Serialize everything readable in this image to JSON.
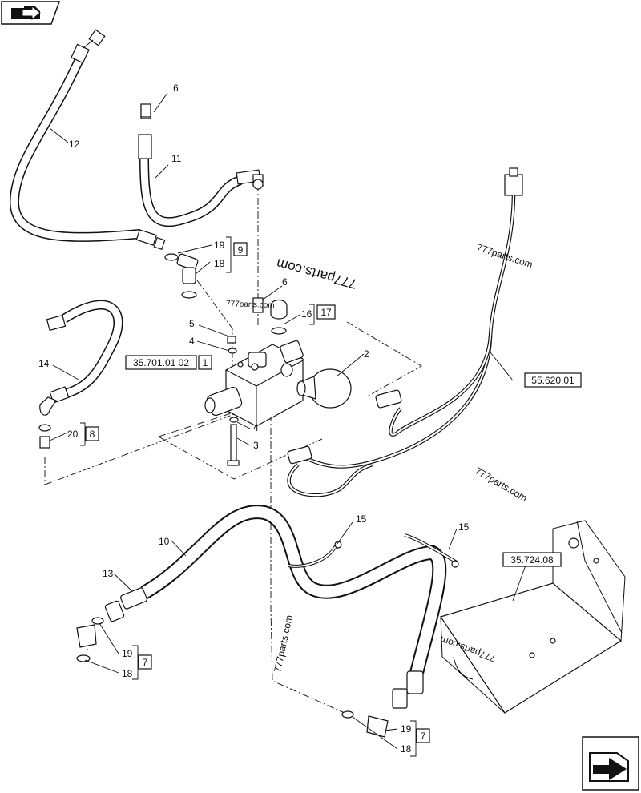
{
  "nav": {
    "prev_icon": "folder-open-arrow-icon",
    "next_icon": "page-forward-arrow-icon"
  },
  "callouts": {
    "c6a": "6",
    "c11": "11",
    "c12": "12",
    "c19a": "19",
    "c9": "9",
    "c18a": "18",
    "c6b": "6",
    "c16": "16",
    "c17": "17",
    "c5": "5",
    "c4a": "4",
    "c2": "2",
    "c1": "1",
    "c14": "14",
    "c20": "20",
    "c8": "8",
    "c4b": "4",
    "c3": "3",
    "c10": "10",
    "c13": "13",
    "c15a": "15",
    "c15b": "15",
    "c19b": "19",
    "c7a": "7",
    "c18b": "18",
    "c19c": "19",
    "c7b": "7",
    "c18c": "18"
  },
  "references": {
    "ref_valve": "35.701.01 02",
    "ref_harness": "55.620.01",
    "ref_bracket": "35.724.08"
  },
  "watermarks": {
    "w1": "777parts.com",
    "w2": "777parts.com",
    "w3": "777parts.com",
    "w4": "777parts.com",
    "w5": "777parts.com",
    "w6": "777parts.com"
  }
}
